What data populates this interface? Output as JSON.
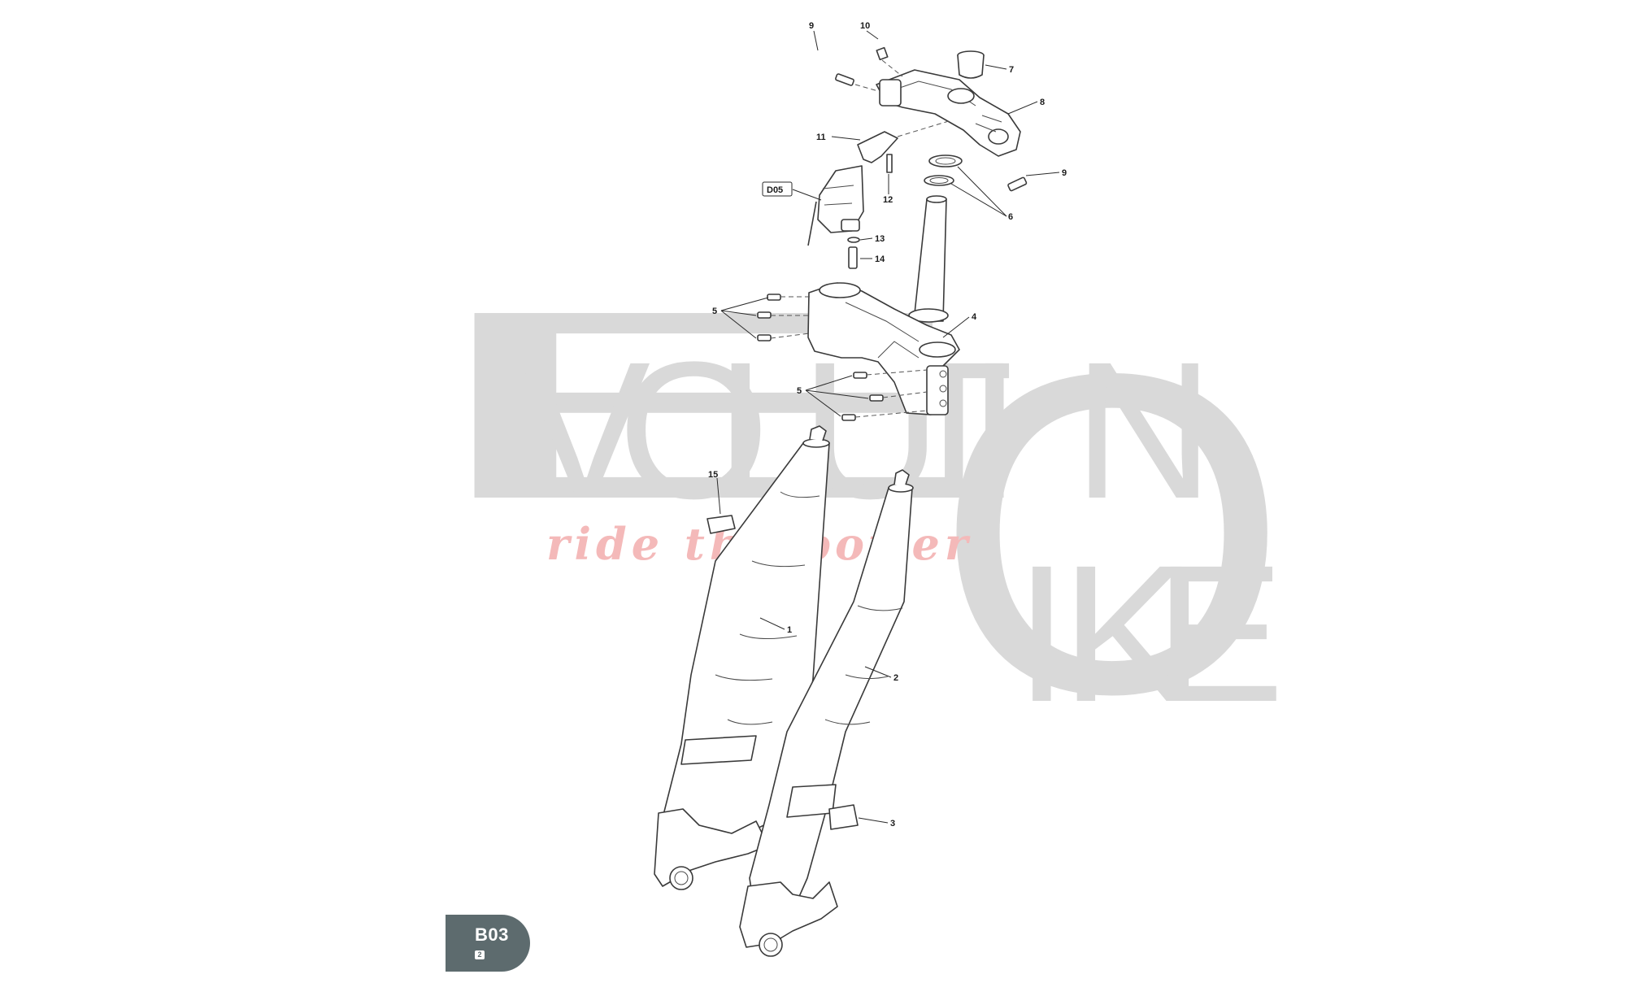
{
  "watermark": {
    "line1_letters": [
      "E",
      "V",
      "O",
      "L",
      "U",
      "T",
      "I",
      "O",
      "N"
    ],
    "line2_letters": [
      "B",
      "I",
      "K",
      "E"
    ],
    "tagline": "ride the power",
    "color": "#d9d9d9",
    "tagline_color": "#f4b9b9"
  },
  "callouts": [
    {
      "id": "c9a",
      "label": "9"
    },
    {
      "id": "c10",
      "label": "10"
    },
    {
      "id": "c7",
      "label": "7"
    },
    {
      "id": "c8",
      "label": "8"
    },
    {
      "id": "c11",
      "label": "11"
    },
    {
      "id": "c9b",
      "label": "9"
    },
    {
      "id": "c12",
      "label": "12"
    },
    {
      "id": "c6",
      "label": "6"
    },
    {
      "id": "cD05",
      "label": "D05"
    },
    {
      "id": "c13",
      "label": "13"
    },
    {
      "id": "c14",
      "label": "14"
    },
    {
      "id": "c5a",
      "label": "5"
    },
    {
      "id": "c4",
      "label": "4"
    },
    {
      "id": "c5b",
      "label": "5"
    },
    {
      "id": "c15",
      "label": "15"
    },
    {
      "id": "c1",
      "label": "1"
    },
    {
      "id": "c2",
      "label": "2"
    },
    {
      "id": "c3",
      "label": "3"
    }
  ],
  "badge": {
    "code": "B03",
    "sub": "2",
    "color": "#5d6b6e"
  }
}
